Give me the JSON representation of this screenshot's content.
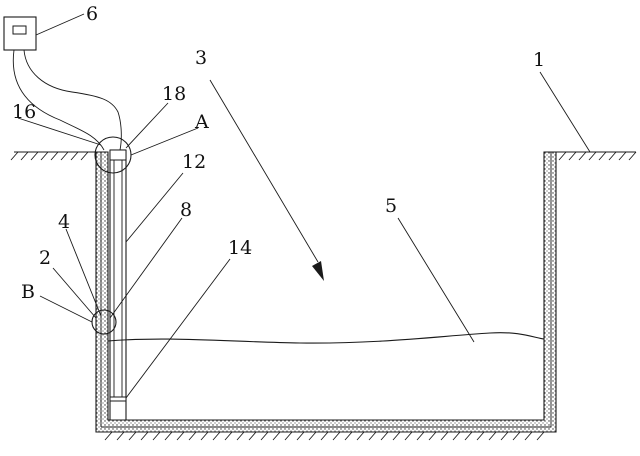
{
  "labels": {
    "n1": "1",
    "n2": "2",
    "n3": "3",
    "n4": "4",
    "n5": "5",
    "n6": "6",
    "n8": "8",
    "n12": "12",
    "n14": "14",
    "n16": "16",
    "n18": "18",
    "A": "A",
    "B": "B"
  }
}
